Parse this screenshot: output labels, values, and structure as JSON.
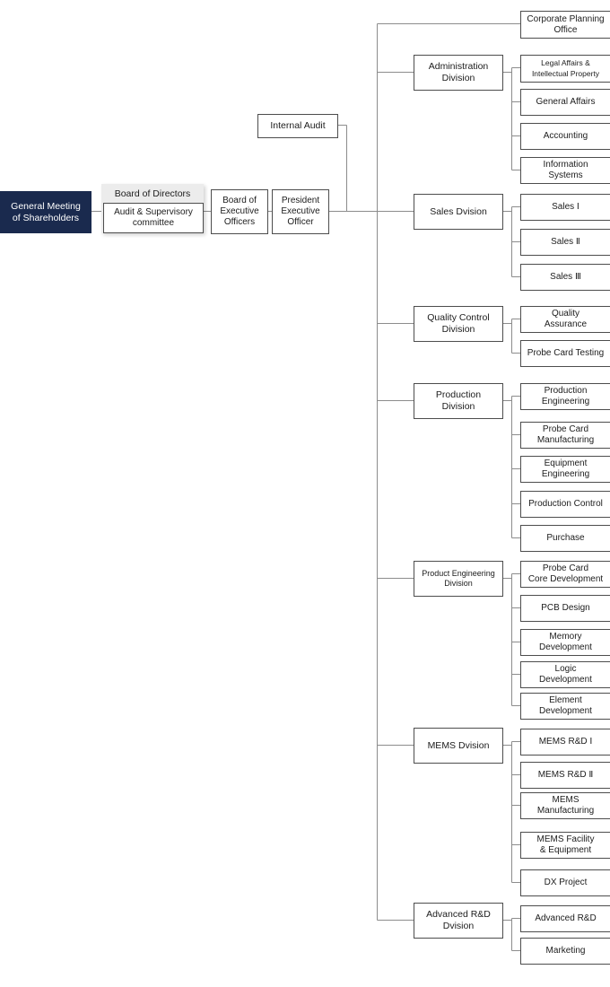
{
  "org": {
    "colors": {
      "shareholders_bg": "#1a2a4e",
      "box_border": "#4d4d4d",
      "connector_line": "#8c8c8c",
      "board_panel_bg": "#ececec"
    },
    "shareholders": {
      "label": "General Meeting\nof Shareholders"
    },
    "board_of_directors": {
      "label": "Board of Directors"
    },
    "audit_supervisory": {
      "label": "Audit & Supervisory\ncommittee"
    },
    "board_exec_officers": {
      "label": "Board of\nExecutive\nOfficers"
    },
    "president": {
      "label": "President\nExecutive\nOfficer"
    },
    "internal_audit": {
      "label": "Internal Audit"
    },
    "corporate_planning": {
      "label": "Corporate Planning\nOffice"
    },
    "divisions": [
      {
        "label": "Administration\nDivision",
        "children": [
          {
            "label": "Legal Affairs &\nIntellectual Property"
          },
          {
            "label": "General Affairs"
          },
          {
            "label": "Accounting"
          },
          {
            "label": "Information\nSystems"
          }
        ]
      },
      {
        "label": "Sales Dvision",
        "children": [
          {
            "label": "Sales Ⅰ"
          },
          {
            "label": "Sales Ⅱ"
          },
          {
            "label": "Sales Ⅲ"
          }
        ]
      },
      {
        "label": "Quality Control\nDivision",
        "children": [
          {
            "label": "Quality\nAssurance"
          },
          {
            "label": "Probe Card Testing"
          }
        ]
      },
      {
        "label": "Production\nDivision",
        "children": [
          {
            "label": "Production\nEngineering"
          },
          {
            "label": "Probe Card\nManufacturing"
          },
          {
            "label": "Equipment\nEngineering"
          },
          {
            "label": "Production Control"
          },
          {
            "label": "Purchase"
          }
        ]
      },
      {
        "label": "Product Engineering\nDivision",
        "children": [
          {
            "label": "Probe Card\nCore Development"
          },
          {
            "label": "PCB Design"
          },
          {
            "label": "Memory\nDevelopment"
          },
          {
            "label": "Logic\nDevelopment"
          },
          {
            "label": "Element\nDevelopment"
          }
        ]
      },
      {
        "label": "MEMS Dvision",
        "children": [
          {
            "label": "MEMS R&D Ⅰ"
          },
          {
            "label": "MEMS R&D Ⅱ"
          },
          {
            "label": "MEMS\nManufacturing"
          },
          {
            "label": "MEMS Facility\n& Equipment"
          },
          {
            "label": "DX Project"
          }
        ]
      },
      {
        "label": "Advanced R&D\nDvision",
        "children": [
          {
            "label": "Advanced R&D"
          },
          {
            "label": "Marketing"
          }
        ]
      }
    ]
  }
}
